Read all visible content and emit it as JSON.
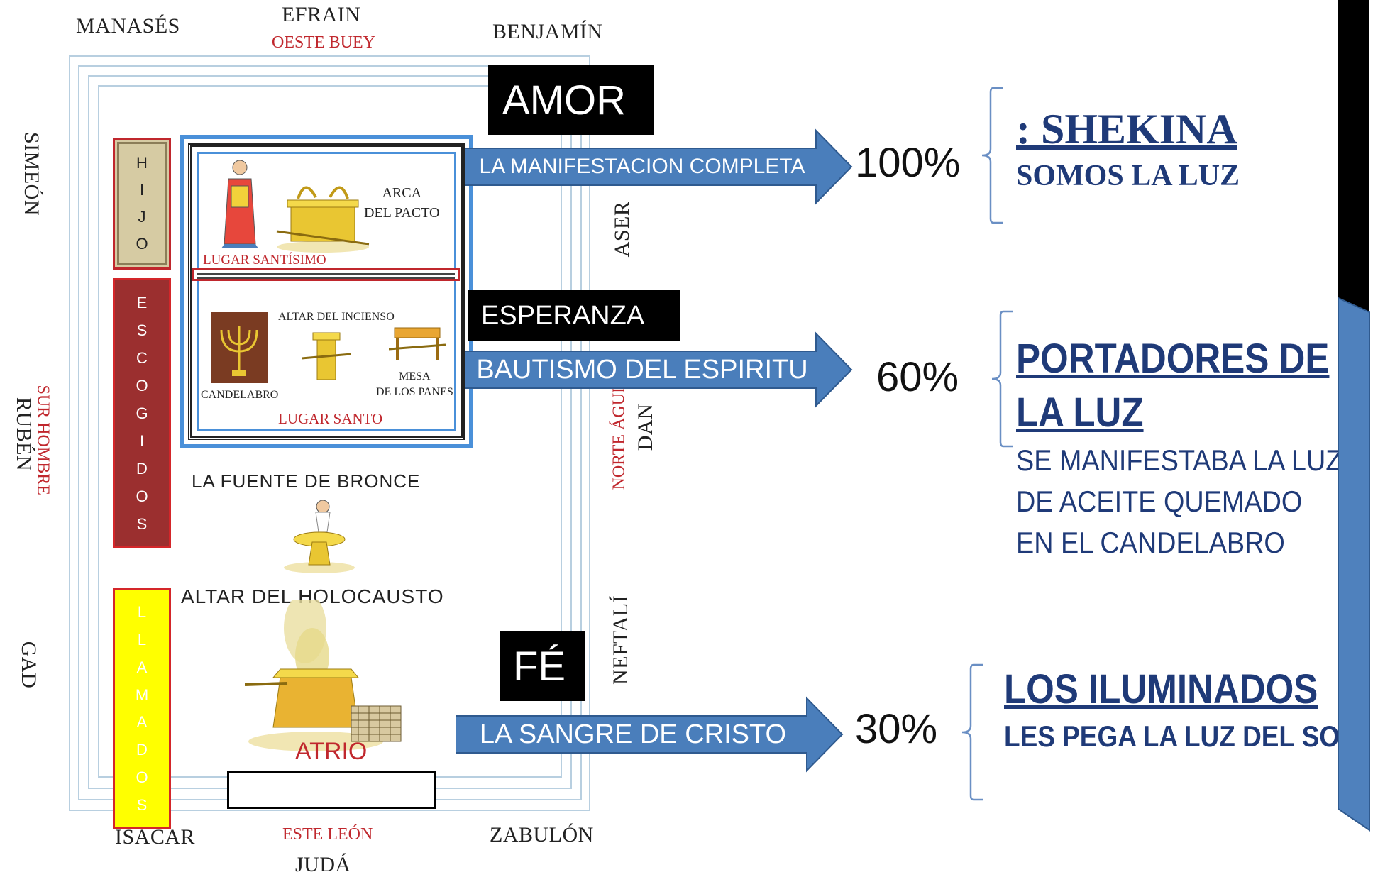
{
  "tribes": {
    "top_left": "MANASÉS",
    "top_center": "EFRAIN",
    "top_right": "BENJAMÍN",
    "left_upper": "SIMEÓN",
    "left_middle": "RUBÉN",
    "left_lower": "GAD",
    "right_upper": "ASER",
    "right_middle": "DAN",
    "right_lower": "NEFTALÍ",
    "bottom_left": "ISACAR",
    "bottom_right": "ZABULÓN",
    "bottom_center": "JUDÁ"
  },
  "directions": {
    "west": "OESTE BUEY",
    "south": "SUR HOMBRE",
    "north": "NORTE ÁGUI",
    "east": "ESTE  LEÓN"
  },
  "columns": {
    "hijo": [
      "H",
      "I",
      "J",
      "O"
    ],
    "escogidos": [
      "E",
      "S",
      "C",
      "O",
      "G",
      "I",
      "D",
      "O",
      "S"
    ],
    "llamados": [
      "L",
      "L",
      "A",
      "M",
      "A",
      "D",
      "O",
      "S"
    ]
  },
  "tabernacle": {
    "arca": [
      "ARCA",
      "DEL PACTO"
    ],
    "lugar_santisimo": "LUGAR SANTÍSIMO",
    "altar_incienso": "ALTAR DEL INCIENSO",
    "candelabro": "CANDELABRO",
    "mesa": [
      "MESA",
      "DE LOS PANES"
    ],
    "lugar_santo": "LUGAR SANTO",
    "fuente": "LA FUENTE DE BRONCE",
    "altar_holocausto": "ALTAR DEL HOLOCAUSTO",
    "atrio": "ATRIO"
  },
  "levels": [
    {
      "virtue": "AMOR",
      "arrow_text": "LA  MANIFESTACION COMPLETA",
      "percent": "100%",
      "title": ": SHEKINA",
      "subtitle": "SOMOS LA LUZ"
    },
    {
      "virtue": "ESPERANZA",
      "arrow_text": "BAUTISMO DEL ESPIRITU",
      "percent": "60%",
      "title_lines": [
        "PORTADORES DE",
        "LA LUZ"
      ],
      "description": [
        "SE MANIFESTABA LA LUZ",
        "DE ACEITE QUEMADO",
        "EN EL CANDELABRO"
      ]
    },
    {
      "virtue": "FÉ",
      "arrow_text": "LA SANGRE DE CRISTO",
      "percent": "30%",
      "title": "LOS ILUMINADOS",
      "subtitle": "LES PEGA LA LUZ DEL SOL"
    }
  ],
  "colors": {
    "arrow": "#4a7ebb",
    "navy_text": "#1f3a78",
    "hijo_fill": "#d6cba3",
    "escogidos_fill": "#9b2f2f",
    "llamados_fill": "#ffff00",
    "direction_red": "#c0272d",
    "side_bar": "#4f81bd"
  }
}
